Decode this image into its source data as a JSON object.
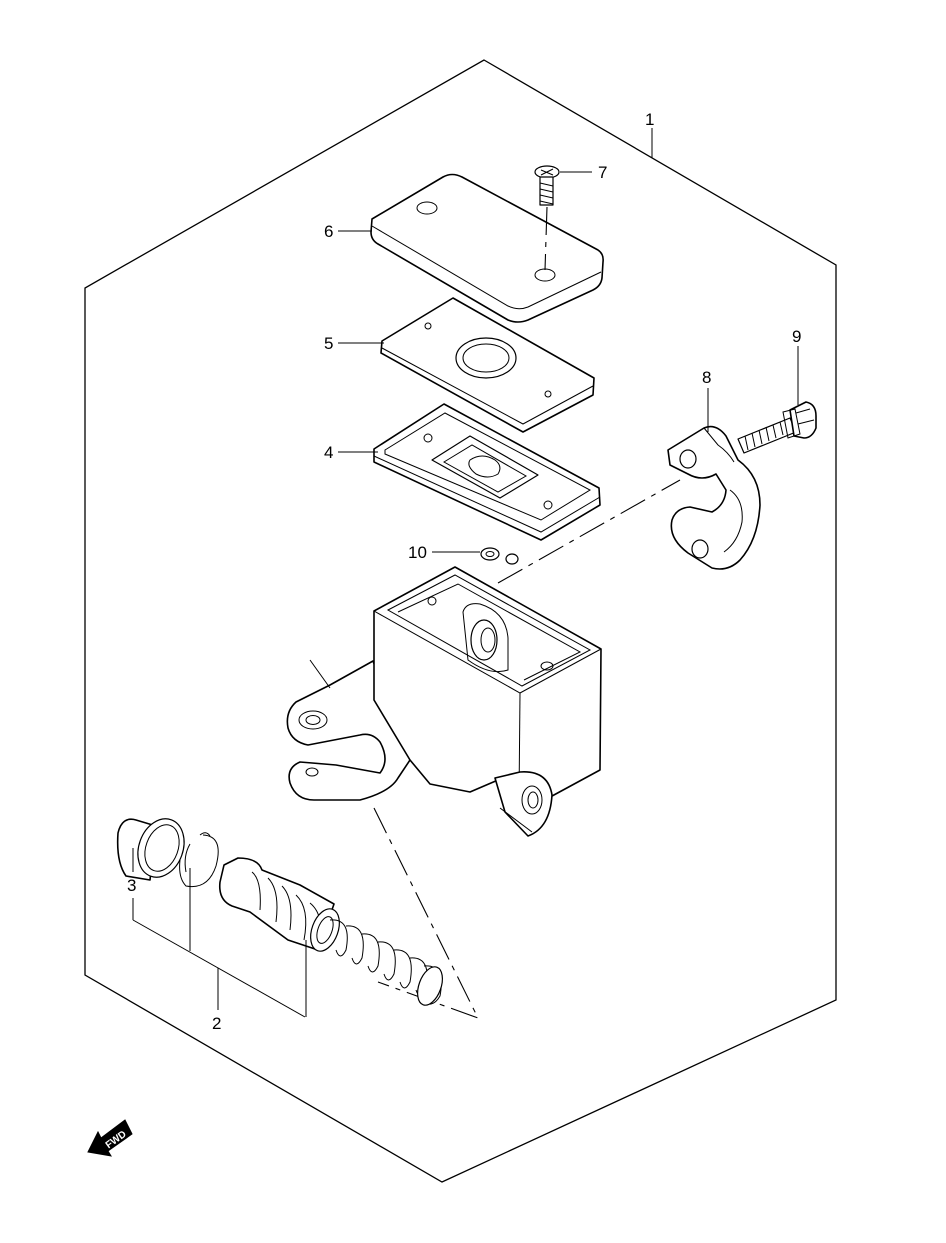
{
  "diagram": {
    "callouts": [
      {
        "id": "1",
        "text": "1"
      },
      {
        "id": "2",
        "text": "2"
      },
      {
        "id": "3",
        "text": "3"
      },
      {
        "id": "4",
        "text": "4"
      },
      {
        "id": "5",
        "text": "5"
      },
      {
        "id": "6",
        "text": "6"
      },
      {
        "id": "7",
        "text": "7"
      },
      {
        "id": "8",
        "text": "8"
      },
      {
        "id": "9",
        "text": "9"
      },
      {
        "id": "10",
        "text": "10"
      }
    ],
    "direction_marker": {
      "text": "FWD",
      "icon": "direction-arrow-icon"
    },
    "colors": {
      "line": "#000000",
      "background": "#ffffff"
    }
  }
}
